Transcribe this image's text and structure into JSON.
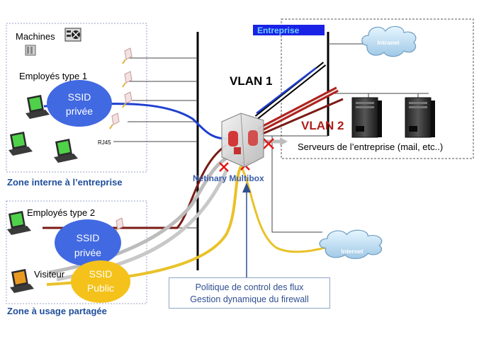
{
  "labels": {
    "machines": "Machines",
    "employes_type1": "Employés type 1",
    "ssid_privee_1": [
      "SSID",
      "privée"
    ],
    "rj45": "RJ45",
    "zone_interne": "Zone interne à l’entreprise",
    "employes_type2": "Employés type 2",
    "ssid_privee_2": [
      "SSID",
      "privée"
    ],
    "visiteur": "Visiteur",
    "ssid_public": [
      "SSID",
      "Public"
    ],
    "zone_partagee": "Zone à usage partagée",
    "entreprise": "Entreprise",
    "intranet": "Intranet",
    "internet": "Internet",
    "vlan1": "VLAN 1",
    "vlan2": "VLAN 2",
    "serveurs": "Serveurs de l’entreprise (mail, etc..)",
    "netinary": "Netinary Multibox",
    "policy_line1": "Politique de control des flux",
    "policy_line2": "Gestion dynamique du firewall"
  },
  "colors": {
    "zone_text": "#1f4e9c",
    "ssid_blue": "#4169e1",
    "ssid_yellow": "#f4c21a",
    "entreprise_banner": "#1a22e6",
    "vlan2_red": "#b0201a",
    "blue_link": "#1e3fd0",
    "darkred_link": "#7a1a14",
    "grey_link": "#b8b8b8",
    "yellow_link": "#e9c22a",
    "cross_red": "#e01818"
  },
  "icons": [
    "machine-icon",
    "printer-icon",
    "wireless-terminal-icon",
    "laptop-icon",
    "server-icon",
    "cloud-icon",
    "multibox-icon",
    "block-cross-icon"
  ]
}
